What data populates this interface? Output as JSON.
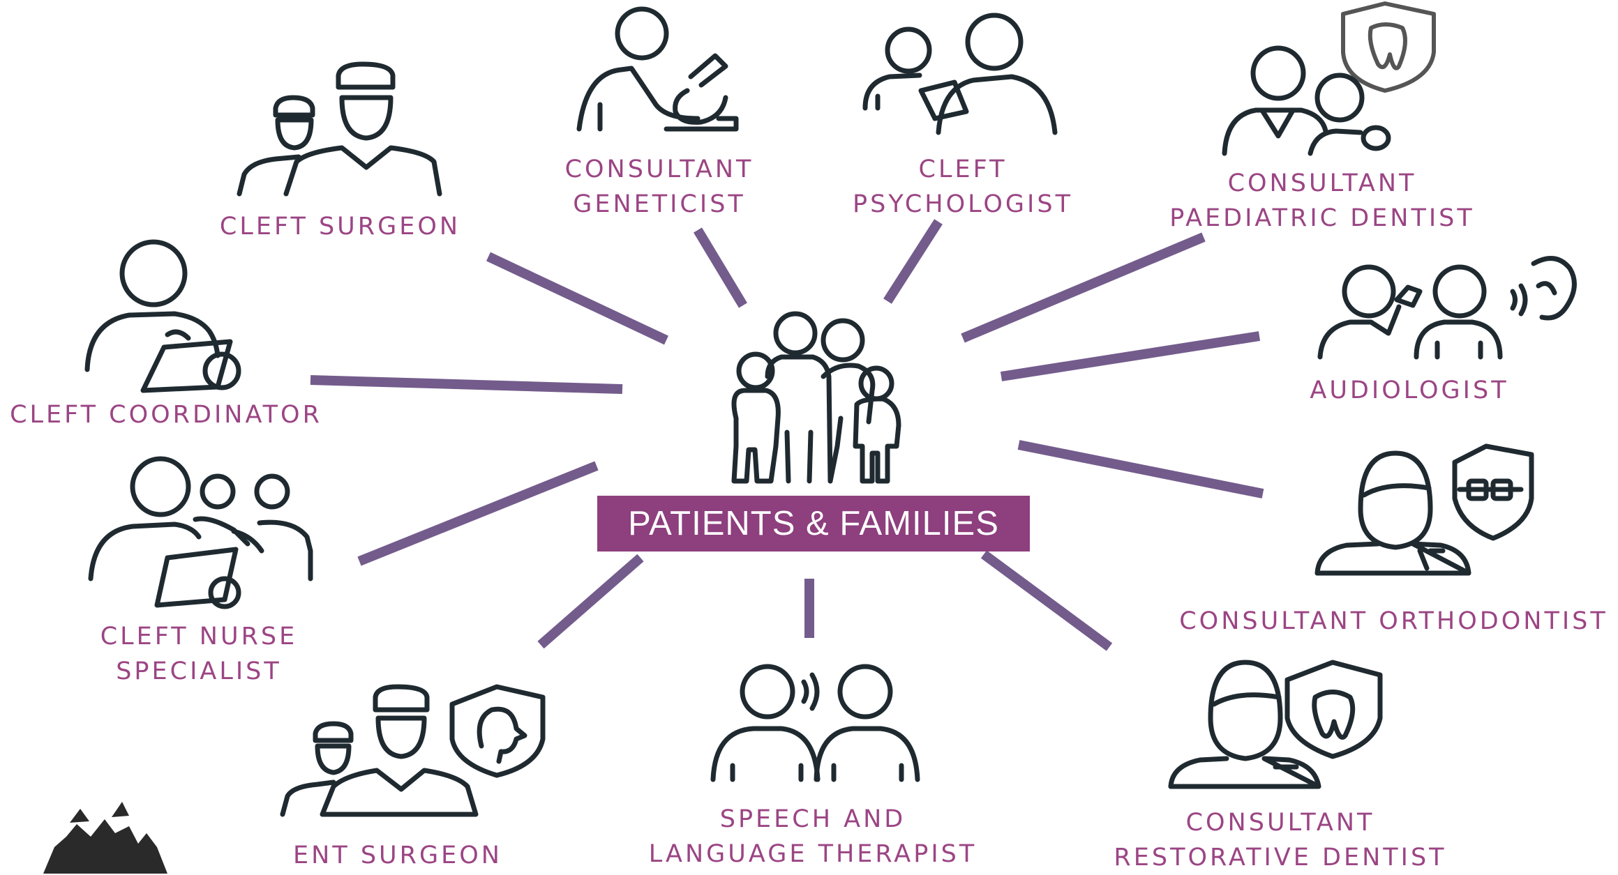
{
  "center": {
    "label": "PATIENTS & FAMILIES"
  },
  "roles": {
    "cleft_surgeon": [
      "CLEFT SURGEON"
    ],
    "consultant_geneticist": [
      "CONSULTANT",
      "GENETICIST"
    ],
    "cleft_psychologist": [
      "CLEFT",
      "PSYCHOLOGIST"
    ],
    "consultant_paediatric_dentist": [
      "CONSULTANT",
      "PAEDIATRIC DENTIST"
    ],
    "audiologist": [
      "AUDIOLOGIST"
    ],
    "consultant_orthodontist": [
      "CONSULTANT ORTHODONTIST"
    ],
    "consultant_restorative_dentist": [
      "CONSULTANT",
      "RESTORATIVE DENTIST"
    ],
    "speech_and_language_therapist": [
      "SPEECH AND",
      "LANGUAGE THERAPIST"
    ],
    "ent_surgeon": [
      "ENT SURGEON"
    ],
    "cleft_nurse_specialist": [
      "CLEFT NURSE",
      "SPECIALIST"
    ],
    "cleft_coordinator": [
      "CLEFT COORDINATOR"
    ]
  },
  "colors": {
    "accent": "#8d3f7e",
    "label": "#9b4584",
    "connector": "#5b3f78",
    "icon": "#1f2a30"
  },
  "icons": [
    "family-icon",
    "surgeon-icon",
    "geneticist-icon",
    "psychologist-icon",
    "paediatric-dentist-icon",
    "audiologist-icon",
    "orthodontist-icon",
    "restorative-dentist-icon",
    "speech-therapist-icon",
    "ent-surgeon-icon",
    "nurse-specialist-icon",
    "coordinator-icon",
    "logo-emblem"
  ]
}
